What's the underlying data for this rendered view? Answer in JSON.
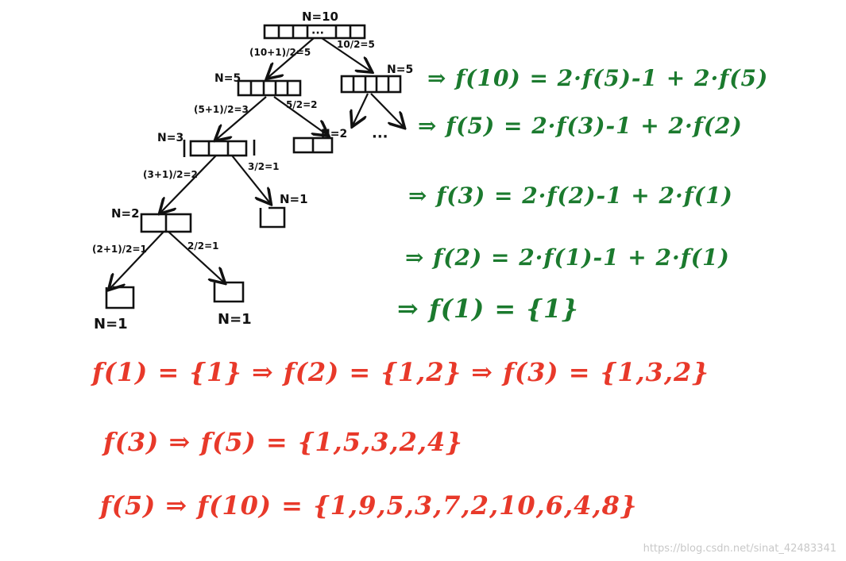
{
  "tree": {
    "nodes": [
      {
        "id": "root",
        "label": "N=10",
        "inner": "···"
      },
      {
        "id": "l",
        "label": "N=5"
      },
      {
        "id": "r",
        "label": "N=5"
      },
      {
        "id": "ll",
        "label": "N=3"
      },
      {
        "id": "lr",
        "label": "N=2"
      },
      {
        "id": "lll",
        "label": "N=2"
      },
      {
        "id": "llr",
        "label": "N=1"
      },
      {
        "id": "llll",
        "label": "N=1"
      },
      {
        "id": "lllr",
        "label": "N=1"
      }
    ],
    "edges": [
      {
        "id": "root-l",
        "label": "(10+1)/2=5"
      },
      {
        "id": "root-r",
        "label": "10/2=5"
      },
      {
        "id": "l-ll",
        "label": "(5+1)/2=3"
      },
      {
        "id": "l-lr",
        "label": "5/2=2"
      },
      {
        "id": "ll-lll",
        "label": "(3+1)/2=2"
      },
      {
        "id": "ll-llr",
        "label": "3/2=1"
      },
      {
        "id": "lll-llll",
        "label": "(2+1)/2=1"
      },
      {
        "id": "lll-lllr",
        "label": "2/2=1"
      }
    ],
    "ellipsis": "···"
  },
  "green_equations": [
    "⇒ f(10) = 2·f(5)-1 + 2·f(5)",
    "⇒ f(5) = 2·f(3)-1 + 2·f(2)",
    "⇒ f(3) = 2·f(2)-1 + 2·f(1)",
    "⇒ f(2) = 2·f(1)-1 + 2·f(1)",
    "⇒ f(1) = {1}"
  ],
  "red_lines": [
    "f(1) = {1}  ⇒ f(2) = {1,2}  ⇒ f(3) = {1,3,2}",
    "f(3) ⇒ f(5) = {1,5,3,2,4}",
    "f(5) ⇒ f(10) = {1,9,5,3,7,2,10,6,4,8}"
  ],
  "watermark": "https://blog.csdn.net/sinat_42483341",
  "colors": {
    "ink": "#111111",
    "green": "#1b7a2e",
    "red": "#e8392a",
    "watermark": "#c8c8c8"
  }
}
